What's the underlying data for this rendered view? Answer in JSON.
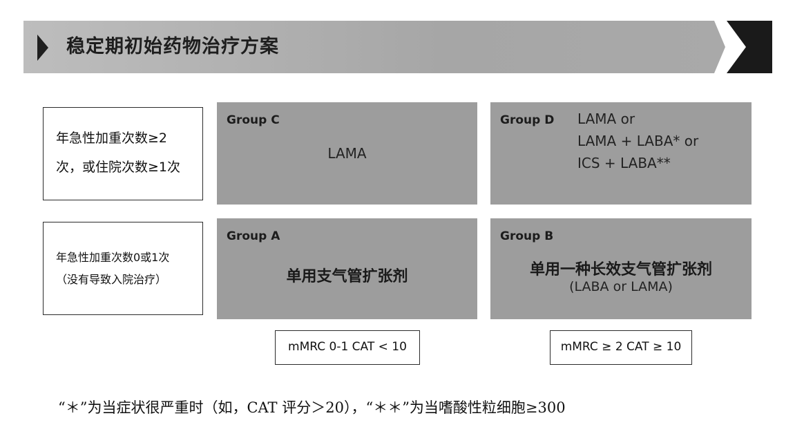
{
  "header": {
    "title": "稳定期初始药物治疗方案"
  },
  "rows": {
    "top_label": [
      "年急性加重次数≥2",
      "次，或住院次数≥1次"
    ],
    "bottom_label": [
      "年急性加重次数0或1次",
      "（没有导致入院治疗）"
    ]
  },
  "groups": {
    "c": {
      "label": "Group C",
      "content": "LAMA"
    },
    "d": {
      "label": "Group D",
      "lines": [
        "LAMA  or",
        "LAMA + LABA* or",
        "ICS + LABA**"
      ]
    },
    "a": {
      "label": "Group A",
      "content": "单用支气管扩张剂"
    },
    "b": {
      "label": "Group B",
      "content": "单用一种长效支气管扩张剂",
      "sub": "(LABA or LAMA)"
    }
  },
  "columns": {
    "left": "mMRC 0-1 CAT < 10",
    "right": "mMRC ≥ 2 CAT ≥ 10"
  },
  "footnote": "“＊”为当症状很严重时（如，CAT 评分＞20），“＊＊”为当嗜酸性粒细胞≥300",
  "colors": {
    "banner": "#a6a6a6",
    "group_fill": "#9d9d9d",
    "arrow": "#1a1a1a"
  }
}
